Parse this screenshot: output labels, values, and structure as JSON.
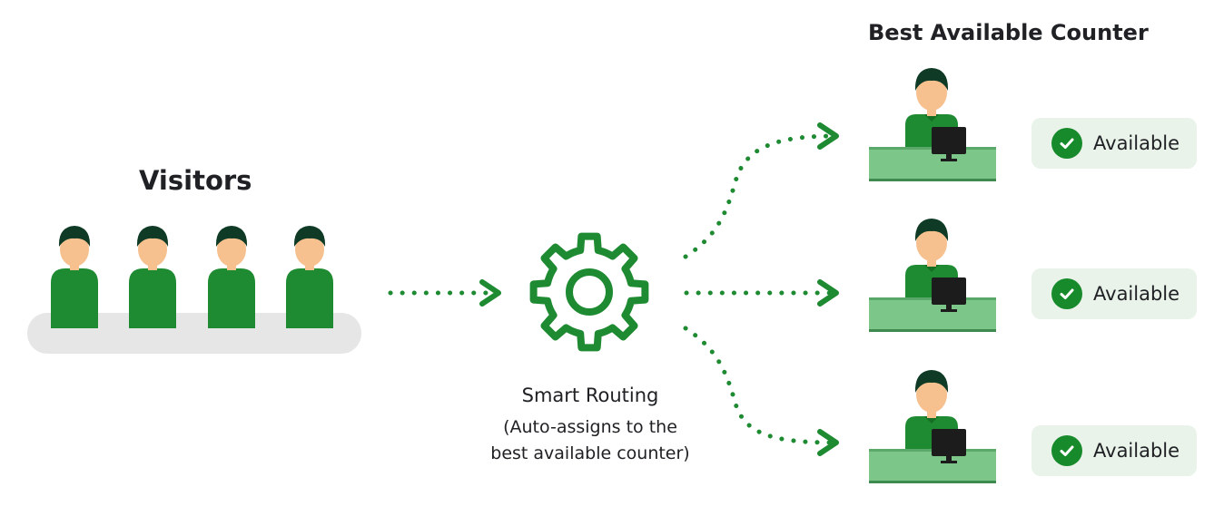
{
  "visitors": {
    "title": "Visitors",
    "people": [
      {
        "role": "visitor"
      },
      {
        "role": "visitor"
      },
      {
        "role": "visitor"
      },
      {
        "role": "visitor"
      }
    ]
  },
  "routing": {
    "title": "Smart Routing",
    "subtitle_line1": "(Auto-assigns to the",
    "subtitle_line2": "best available counter)",
    "icon": "gear-icon"
  },
  "counters": {
    "title": "Best Available Counter",
    "items": [
      {
        "status": "Available"
      },
      {
        "status": "Available"
      },
      {
        "status": "Available"
      }
    ]
  },
  "colors": {
    "primary_green": "#1e8a31",
    "dark_green": "#146e24",
    "hair": "#0f3b26",
    "skin": "#f6c08f",
    "desk": "#7cc68a",
    "queue_bar": "#e6e6e6",
    "badge_bg": "#e9f3ea",
    "monitor": "#1c1c1c"
  }
}
